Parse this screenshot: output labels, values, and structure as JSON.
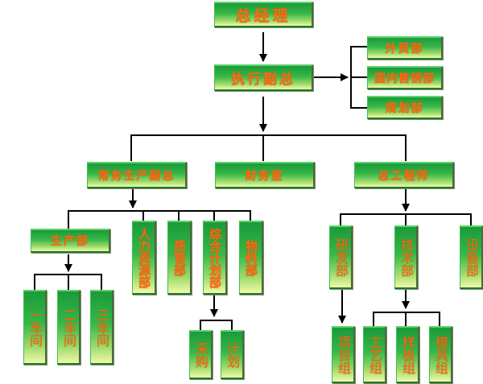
{
  "chart_title": "Organization Chart",
  "colors": {
    "box_top": "#1a9a3a",
    "box_bottom": "#f2f8a8",
    "text": "#ff6a12",
    "connector": "#000000"
  },
  "nodes": {
    "ceo": "总经理",
    "exec_vp": "执行副总",
    "foreign_trade": "外贸部",
    "domestic_sales": "国内售销部",
    "planning_dept": "规划部",
    "production_vp": "常务生产副总",
    "finance": "财务室",
    "chief_engineer": "总工程师",
    "production_dept": "生产部",
    "hr_dept": "人力资源部",
    "qc_dept": "质管部",
    "general_planning": "综合计划部",
    "materials_dept": "物料部",
    "workshop_1": "一车间",
    "workshop_2": "二车间",
    "workshop_3": "三车间",
    "purchasing": "采购",
    "plan": "计划",
    "rnd_dept": "研发部",
    "tech_dept": "技术部",
    "equipment_dept": "设备部",
    "project_group": "项目组",
    "process_group": "工艺组",
    "sample_group": "样板组",
    "mold_group": "模具组"
  },
  "edges": [
    [
      "ceo",
      "exec_vp"
    ],
    [
      "exec_vp",
      "foreign_trade"
    ],
    [
      "exec_vp",
      "domestic_sales"
    ],
    [
      "exec_vp",
      "planning_dept"
    ],
    [
      "exec_vp",
      "production_vp"
    ],
    [
      "exec_vp",
      "finance"
    ],
    [
      "exec_vp",
      "chief_engineer"
    ],
    [
      "production_vp",
      "production_dept"
    ],
    [
      "production_vp",
      "hr_dept"
    ],
    [
      "production_vp",
      "qc_dept"
    ],
    [
      "production_vp",
      "general_planning"
    ],
    [
      "production_vp",
      "materials_dept"
    ],
    [
      "production_dept",
      "workshop_1"
    ],
    [
      "production_dept",
      "workshop_2"
    ],
    [
      "production_dept",
      "workshop_3"
    ],
    [
      "general_planning",
      "purchasing"
    ],
    [
      "general_planning",
      "plan"
    ],
    [
      "chief_engineer",
      "rnd_dept"
    ],
    [
      "chief_engineer",
      "tech_dept"
    ],
    [
      "chief_engineer",
      "equipment_dept"
    ],
    [
      "rnd_dept",
      "project_group"
    ],
    [
      "tech_dept",
      "process_group"
    ],
    [
      "tech_dept",
      "sample_group"
    ],
    [
      "tech_dept",
      "mold_group"
    ]
  ]
}
